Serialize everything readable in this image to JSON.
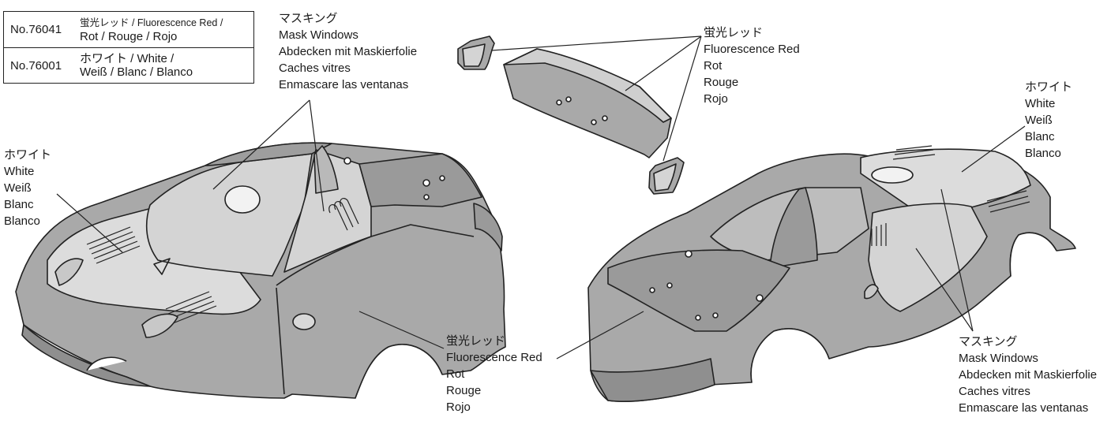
{
  "paint_table": [
    {
      "code": "No.76041",
      "line1": "蛍光レッド / Fluorescence Red /",
      "line2": "Rot / Rouge / Rojo"
    },
    {
      "code": "No.76001",
      "line1": "ホワイト / White /",
      "line2": "Weiß / Blanc / Blanco"
    }
  ],
  "callouts": {
    "mask_top": [
      "マスキング",
      "Mask Windows",
      "Abdecken mit Maskierfolie",
      "Caches vitres",
      "Enmascare las ventanas"
    ],
    "red_wing": [
      "蛍光レッド",
      "Fluorescence Red",
      "Rot",
      "Rouge",
      "Rojo"
    ],
    "white_right": [
      "ホワイト",
      "White",
      "Weiß",
      "Blanc",
      "Blanco"
    ],
    "white_left": [
      "ホワイト",
      "White",
      "Weiß",
      "Blanc",
      "Blanco"
    ],
    "red_body": [
      "蛍光レッド",
      "Fluorescence Red",
      "Rot",
      "Rouge",
      "Rojo"
    ],
    "mask_right": [
      "マスキング",
      "Mask Windows",
      "Abdecken mit Maskierfolie",
      "Caches vitres",
      "Enmascare las ventanas"
    ]
  },
  "colors": {
    "body_red": "#a9a9a9",
    "body_white": "#dcdcdc",
    "window": "#d4d4d4",
    "line": "#222222"
  }
}
